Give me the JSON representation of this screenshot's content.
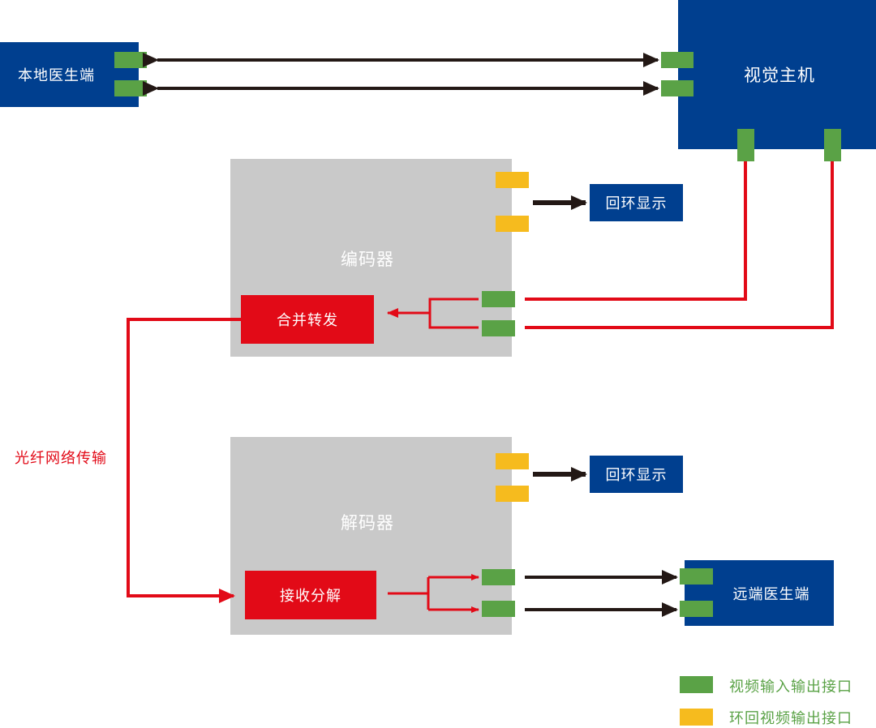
{
  "local_doctor": "本地医生端",
  "vision_host": "视觉主机",
  "encoder": {
    "title": "编码器",
    "merge_forward": "合并转发",
    "loop_display": "回环显示"
  },
  "decoder": {
    "title": "解码器",
    "receive_split": "接收分解",
    "loop_display": "回环显示"
  },
  "remote_doctor": "远端医生端",
  "fiber_label": "光纤网络传输",
  "legend": {
    "green_label": "视频输入输出接口",
    "yellow_label": "环回视频输出接口"
  },
  "colors": {
    "blue": "#003f8f",
    "gray": "#c9c9c9",
    "red": "#e20a17",
    "green": "#5aa246",
    "yellow": "#f6bb1e",
    "arrow": "#231815"
  }
}
